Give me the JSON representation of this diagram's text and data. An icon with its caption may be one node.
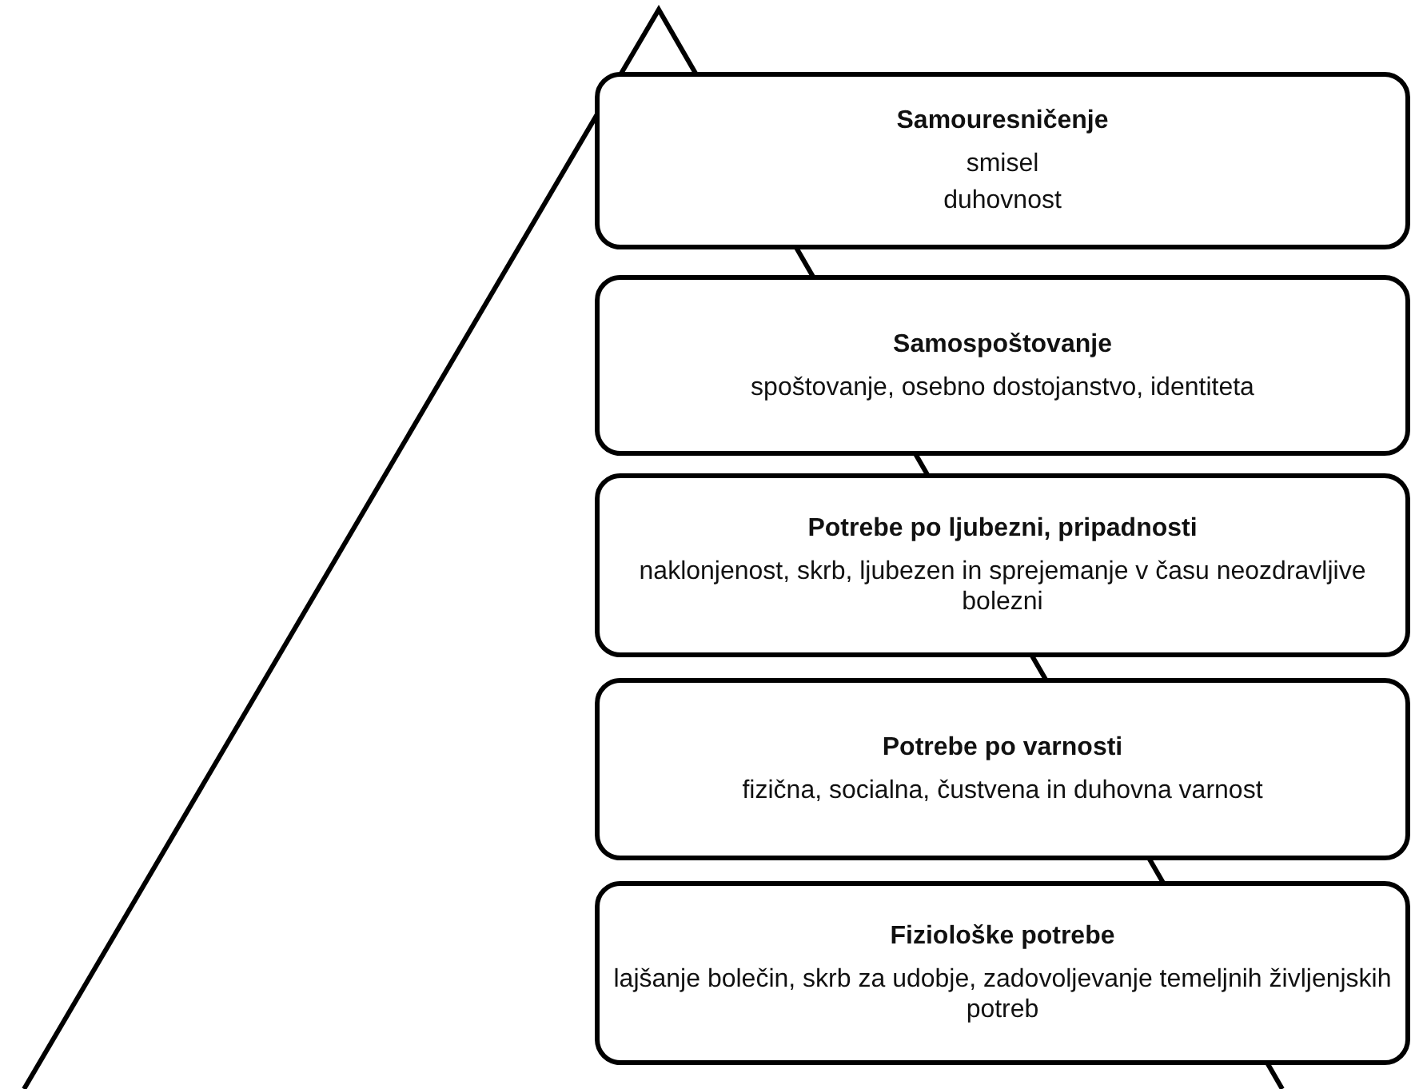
{
  "diagram": {
    "nodes": [
      {
        "text": [
          "Samouresničenje",
          "smisel",
          "duhovnost"
        ]
      },
      {
        "text": [
          "Samospoštovanje",
          "spoštovanje, osebno dostojanstvo, identiteta"
        ]
      },
      {
        "text": [
          "Potrebe po ljubezni, pripadnosti",
          "naklonjenost, skrb, ljubezen in sprejemanje v času neozdravljive bolezni"
        ]
      },
      {
        "text": [
          "Potrebe po varnosti",
          "fizična, socialna, čustvena in duhovna varnost"
        ]
      },
      {
        "text": [
          "Fiziološke potrebe",
          "lajšanje bolečin, skrb za udobje, zadovoljevanje temeljnih življenjskih potreb"
        ]
      }
    ]
  }
}
